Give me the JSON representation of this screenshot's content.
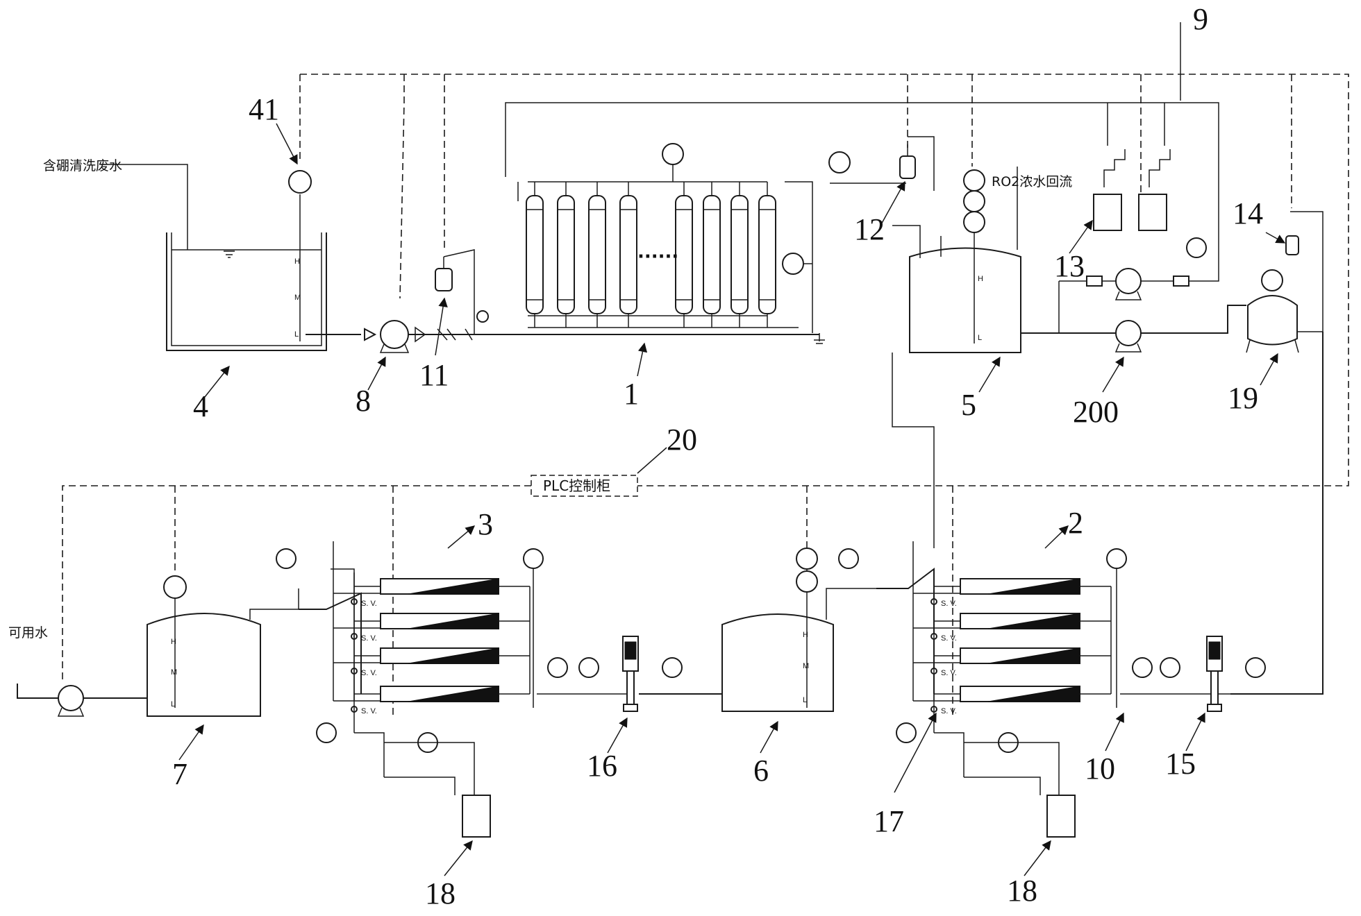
{
  "texts": {
    "boron_wastewater": "含硼清洗废水",
    "ro2_reflux": "RO2浓水回流",
    "plc_cabinet": "PLC控制柜",
    "usable_water": "可用水",
    "dots": "······"
  },
  "level_marks": {
    "high": "H",
    "mid": "M",
    "low": "L"
  },
  "valve_tag": "S. V.",
  "labels": {
    "n1": "1",
    "n2": "2",
    "n3": "3",
    "n4": "4",
    "n5": "5",
    "n6": "6",
    "n7": "7",
    "n8": "8",
    "n9": "9",
    "n10": "10",
    "n11": "11",
    "n12": "12",
    "n13": "13",
    "n14": "14",
    "n15": "15",
    "n16": "16",
    "n17": "17",
    "n18a": "18",
    "n18b": "18",
    "n19": "19",
    "n20": "20",
    "n41": "41",
    "n200": "200"
  }
}
